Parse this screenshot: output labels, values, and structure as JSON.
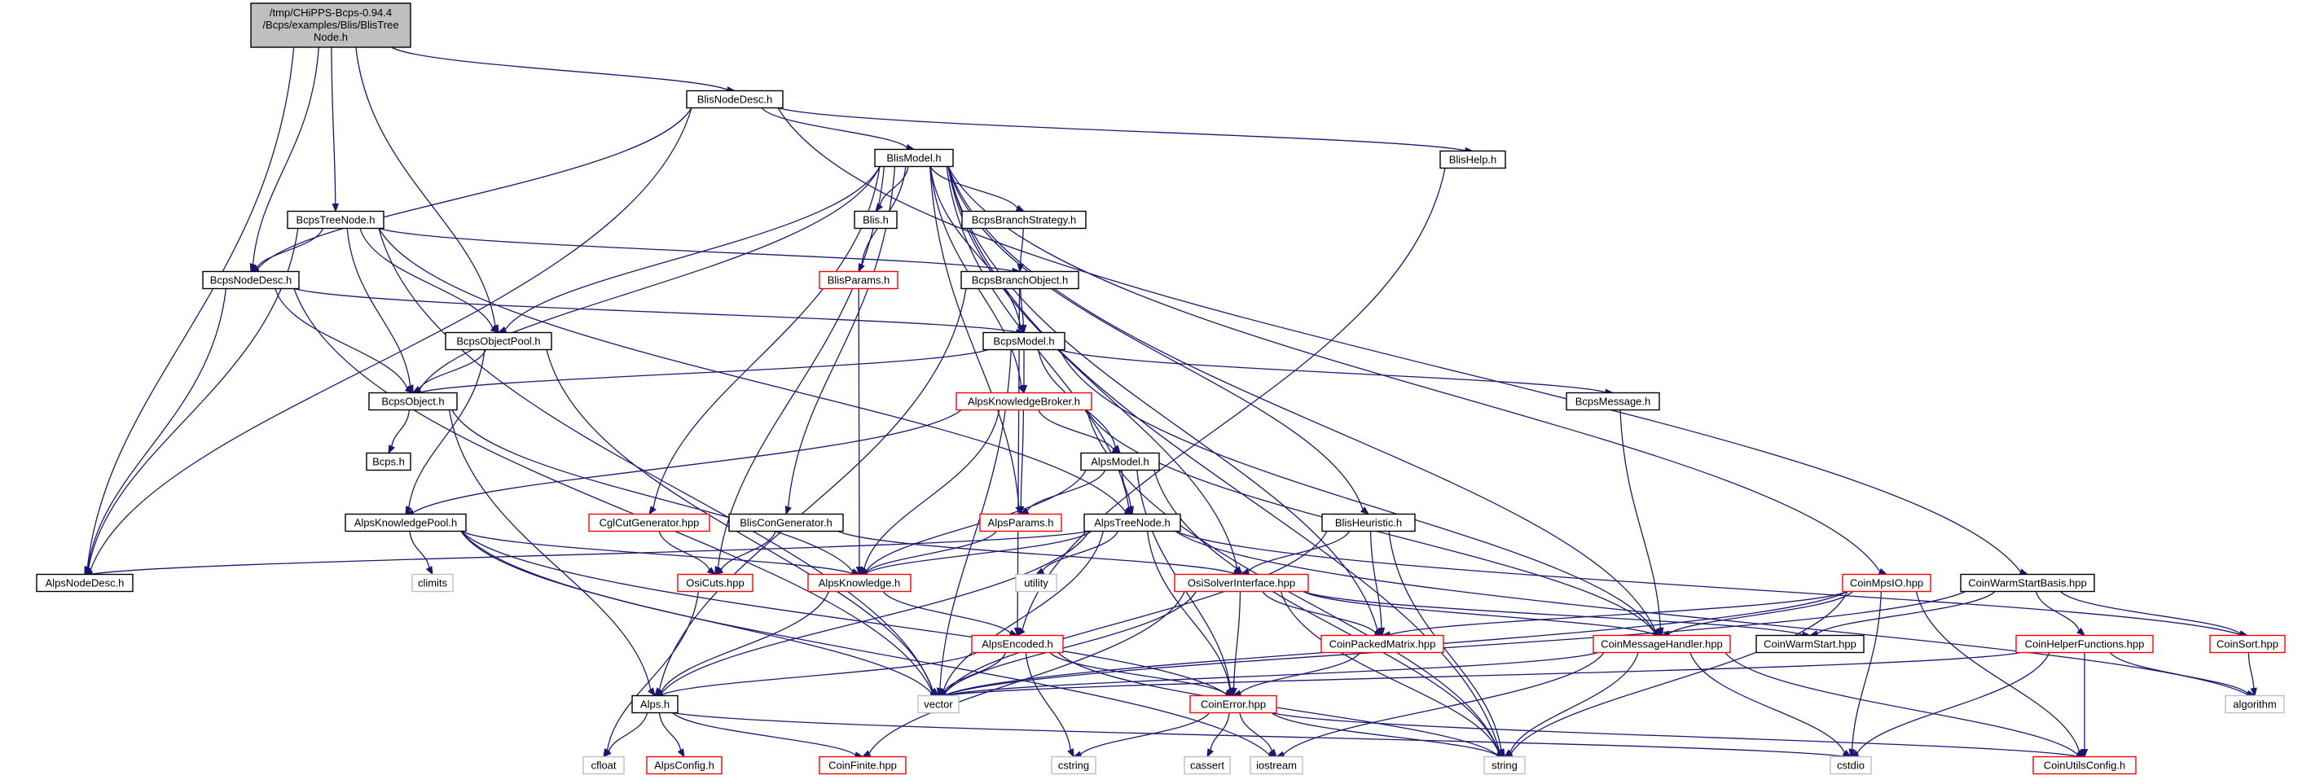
{
  "graph": {
    "root": {
      "lines": [
        "/tmp/CHiPPS-Bcps-0.94.4",
        "/Bcps/examples/Blis/BlisTree",
        "Node.h"
      ]
    },
    "nodes": [
      {
        "id": "BlisNodeDesc.h",
        "label": "BlisNodeDesc.h",
        "style": "black"
      },
      {
        "id": "BlisModel.h",
        "label": "BlisModel.h",
        "style": "black"
      },
      {
        "id": "BlisHelp.h",
        "label": "BlisHelp.h",
        "style": "black"
      },
      {
        "id": "BcpsTreeNode.h",
        "label": "BcpsTreeNode.h",
        "style": "black"
      },
      {
        "id": "Blis.h",
        "label": "Blis.h",
        "style": "black"
      },
      {
        "id": "BcpsBranchStrategy.h",
        "label": "BcpsBranchStrategy.h",
        "style": "black"
      },
      {
        "id": "BcpsNodeDesc.h",
        "label": "BcpsNodeDesc.h",
        "style": "black"
      },
      {
        "id": "BlisParams.h",
        "label": "BlisParams.h",
        "style": "red"
      },
      {
        "id": "BcpsBranchObject.h",
        "label": "BcpsBranchObject.h",
        "style": "black"
      },
      {
        "id": "BcpsObjectPool.h",
        "label": "BcpsObjectPool.h",
        "style": "black"
      },
      {
        "id": "BcpsModel.h",
        "label": "BcpsModel.h",
        "style": "black"
      },
      {
        "id": "BcpsObject.h",
        "label": "BcpsObject.h",
        "style": "black"
      },
      {
        "id": "AlpsKnowledgeBroker.h",
        "label": "AlpsKnowledgeBroker.h",
        "style": "red"
      },
      {
        "id": "BcpsMessage.h",
        "label": "BcpsMessage.h",
        "style": "black"
      },
      {
        "id": "Bcps.h",
        "label": "Bcps.h",
        "style": "black"
      },
      {
        "id": "AlpsModel.h",
        "label": "AlpsModel.h",
        "style": "black"
      },
      {
        "id": "AlpsKnowledgePool.h",
        "label": "AlpsKnowledgePool.h",
        "style": "black"
      },
      {
        "id": "CglCutGenerator.hpp",
        "label": "CglCutGenerator.hpp",
        "style": "red"
      },
      {
        "id": "BlisConGenerator.h",
        "label": "BlisConGenerator.h",
        "style": "black"
      },
      {
        "id": "AlpsParams.h",
        "label": "AlpsParams.h",
        "style": "red"
      },
      {
        "id": "AlpsTreeNode.h",
        "label": "AlpsTreeNode.h",
        "style": "black"
      },
      {
        "id": "BlisHeuristic.h",
        "label": "BlisHeuristic.h",
        "style": "black"
      },
      {
        "id": "AlpsNodeDesc.h",
        "label": "AlpsNodeDesc.h",
        "style": "black"
      },
      {
        "id": "climits",
        "label": "climits",
        "style": "gray"
      },
      {
        "id": "OsiCuts.hpp",
        "label": "OsiCuts.hpp",
        "style": "red"
      },
      {
        "id": "AlpsKnowledge.h",
        "label": "AlpsKnowledge.h",
        "style": "red"
      },
      {
        "id": "utility",
        "label": "utility",
        "style": "gray"
      },
      {
        "id": "OsiSolverInterface.hpp",
        "label": "OsiSolverInterface.hpp",
        "style": "red"
      },
      {
        "id": "CoinMpsIO.hpp",
        "label": "CoinMpsIO.hpp",
        "style": "red"
      },
      {
        "id": "CoinWarmStartBasis.hpp",
        "label": "CoinWarmStartBasis.hpp",
        "style": "black"
      },
      {
        "id": "AlpsEncoded.h",
        "label": "AlpsEncoded.h",
        "style": "red"
      },
      {
        "id": "CoinPackedMatrix.hpp",
        "label": "CoinPackedMatrix.hpp",
        "style": "red"
      },
      {
        "id": "CoinMessageHandler.hpp",
        "label": "CoinMessageHandler.hpp",
        "style": "red"
      },
      {
        "id": "CoinWarmStart.hpp",
        "label": "CoinWarmStart.hpp",
        "style": "black"
      },
      {
        "id": "CoinHelperFunctions.hpp",
        "label": "CoinHelperFunctions.hpp",
        "style": "red"
      },
      {
        "id": "CoinSort.hpp",
        "label": "CoinSort.hpp",
        "style": "red"
      },
      {
        "id": "Alps.h",
        "label": "Alps.h",
        "style": "black"
      },
      {
        "id": "vector",
        "label": "vector",
        "style": "gray"
      },
      {
        "id": "CoinError.hpp",
        "label": "CoinError.hpp",
        "style": "red"
      },
      {
        "id": "algorithm",
        "label": "algorithm",
        "style": "gray"
      },
      {
        "id": "cfloat",
        "label": "cfloat",
        "style": "gray"
      },
      {
        "id": "AlpsConfig.h",
        "label": "AlpsConfig.h",
        "style": "red"
      },
      {
        "id": "CoinFinite.hpp",
        "label": "CoinFinite.hpp",
        "style": "red"
      },
      {
        "id": "cstring",
        "label": "cstring",
        "style": "gray"
      },
      {
        "id": "cassert",
        "label": "cassert",
        "style": "gray"
      },
      {
        "id": "iostream",
        "label": "iostream",
        "style": "gray"
      },
      {
        "id": "string",
        "label": "string",
        "style": "gray"
      },
      {
        "id": "cstdio",
        "label": "cstdio",
        "style": "gray"
      },
      {
        "id": "CoinUtilsConfig.h",
        "label": "CoinUtilsConfig.h",
        "style": "red"
      }
    ],
    "edges": [
      [
        "ROOT",
        "BlisNodeDesc.h"
      ],
      [
        "ROOT",
        "BcpsTreeNode.h"
      ],
      [
        "ROOT",
        "BcpsNodeDesc.h"
      ],
      [
        "ROOT",
        "BcpsObjectPool.h"
      ],
      [
        "ROOT",
        "AlpsNodeDesc.h"
      ],
      [
        "BlisNodeDesc.h",
        "BlisModel.h"
      ],
      [
        "BlisNodeDesc.h",
        "BlisHelp.h"
      ],
      [
        "BlisNodeDesc.h",
        "BcpsNodeDesc.h"
      ],
      [
        "BlisNodeDesc.h",
        "AlpsNodeDesc.h"
      ],
      [
        "BlisNodeDesc.h",
        "CoinWarmStartBasis.hpp"
      ],
      [
        "BlisModel.h",
        "Blis.h"
      ],
      [
        "BlisModel.h",
        "BcpsBranchStrategy.h"
      ],
      [
        "BlisModel.h",
        "BlisParams.h"
      ],
      [
        "BlisModel.h",
        "BcpsModel.h"
      ],
      [
        "BlisModel.h",
        "BcpsObjectPool.h"
      ],
      [
        "BlisModel.h",
        "BcpsObject.h"
      ],
      [
        "BlisModel.h",
        "AlpsKnowledgeBroker.h"
      ],
      [
        "BlisModel.h",
        "AlpsParams.h"
      ],
      [
        "BlisModel.h",
        "AlpsTreeNode.h"
      ],
      [
        "BlisModel.h",
        "CglCutGenerator.hpp"
      ],
      [
        "BlisModel.h",
        "BlisConGenerator.h"
      ],
      [
        "BlisModel.h",
        "BlisHeuristic.h"
      ],
      [
        "BlisModel.h",
        "OsiCuts.hpp"
      ],
      [
        "BlisModel.h",
        "OsiSolverInterface.hpp"
      ],
      [
        "BlisModel.h",
        "CoinMpsIO.hpp"
      ],
      [
        "BlisModel.h",
        "CoinMessageHandler.hpp"
      ],
      [
        "BlisModel.h",
        "CoinPackedMatrix.hpp"
      ],
      [
        "BlisModel.h",
        "string"
      ],
      [
        "BlisHelp.h",
        "AlpsEncoded.h"
      ],
      [
        "BcpsTreeNode.h",
        "BcpsNodeDesc.h"
      ],
      [
        "BcpsTreeNode.h",
        "BcpsObjectPool.h"
      ],
      [
        "BcpsTreeNode.h",
        "BcpsObject.h"
      ],
      [
        "BcpsTreeNode.h",
        "BcpsBranchObject.h"
      ],
      [
        "BcpsTreeNode.h",
        "AlpsTreeNode.h"
      ],
      [
        "BcpsTreeNode.h",
        "AlpsNodeDesc.h"
      ],
      [
        "BcpsTreeNode.h",
        "vector"
      ],
      [
        "BcpsBranchStrategy.h",
        "BcpsBranchObject.h"
      ],
      [
        "BcpsNodeDesc.h",
        "BcpsModel.h"
      ],
      [
        "BcpsNodeDesc.h",
        "BcpsObject.h"
      ],
      [
        "BcpsNodeDesc.h",
        "AlpsNodeDesc.h"
      ],
      [
        "BcpsNodeDesc.h",
        "vector"
      ],
      [
        "BlisParams.h",
        "AlpsKnowledge.h"
      ],
      [
        "BcpsBranchObject.h",
        "BcpsModel.h"
      ],
      [
        "BcpsBranchObject.h",
        "AlpsEncoded.h"
      ],
      [
        "BcpsBranchObject.h",
        "Alps.h"
      ],
      [
        "BcpsObjectPool.h",
        "BcpsObject.h"
      ],
      [
        "BcpsObjectPool.h",
        "AlpsKnowledgePool.h"
      ],
      [
        "BcpsObjectPool.h",
        "vector"
      ],
      [
        "BcpsModel.h",
        "BcpsObject.h"
      ],
      [
        "BcpsModel.h",
        "AlpsKnowledgeBroker.h"
      ],
      [
        "BcpsModel.h",
        "AlpsModel.h"
      ],
      [
        "BcpsModel.h",
        "BcpsMessage.h"
      ],
      [
        "BcpsModel.h",
        "CoinMessageHandler.hpp"
      ],
      [
        "BcpsModel.h",
        "vector"
      ],
      [
        "BcpsObject.h",
        "Bcps.h"
      ],
      [
        "BcpsObject.h",
        "AlpsKnowledge.h"
      ],
      [
        "BcpsObject.h",
        "Alps.h"
      ],
      [
        "AlpsKnowledgeBroker.h",
        "AlpsModel.h"
      ],
      [
        "AlpsKnowledgeBroker.h",
        "AlpsParams.h"
      ],
      [
        "AlpsKnowledgeBroker.h",
        "AlpsKnowledge.h"
      ],
      [
        "AlpsKnowledgeBroker.h",
        "AlpsKnowledgePool.h"
      ],
      [
        "AlpsKnowledgeBroker.h",
        "CoinMessageHandler.hpp"
      ],
      [
        "AlpsKnowledgeBroker.h",
        "string"
      ],
      [
        "BcpsMessage.h",
        "CoinMessageHandler.hpp"
      ],
      [
        "AlpsModel.h",
        "AlpsParams.h"
      ],
      [
        "AlpsModel.h",
        "AlpsTreeNode.h"
      ],
      [
        "AlpsModel.h",
        "AlpsKnowledge.h"
      ],
      [
        "AlpsModel.h",
        "CoinError.hpp"
      ],
      [
        "AlpsModel.h",
        "string"
      ],
      [
        "AlpsKnowledgePool.h",
        "climits"
      ],
      [
        "AlpsKnowledgePool.h",
        "AlpsKnowledge.h"
      ],
      [
        "AlpsKnowledgePool.h",
        "vector"
      ],
      [
        "AlpsKnowledgePool.h",
        "CoinError.hpp"
      ],
      [
        "AlpsKnowledgePool.h",
        "iostream"
      ],
      [
        "CglCutGenerator.hpp",
        "OsiCuts.hpp"
      ],
      [
        "BlisConGenerator.h",
        "OsiCuts.hpp"
      ],
      [
        "BlisConGenerator.h",
        "OsiSolverInterface.hpp"
      ],
      [
        "AlpsParams.h",
        "AlpsKnowledge.h"
      ],
      [
        "AlpsTreeNode.h",
        "AlpsKnowledge.h"
      ],
      [
        "AlpsTreeNode.h",
        "AlpsNodeDesc.h"
      ],
      [
        "AlpsTreeNode.h",
        "utility"
      ],
      [
        "AlpsTreeNode.h",
        "vector"
      ],
      [
        "AlpsTreeNode.h",
        "Alps.h"
      ],
      [
        "AlpsTreeNode.h",
        "CoinError.hpp"
      ],
      [
        "AlpsTreeNode.h",
        "CoinSort.hpp"
      ],
      [
        "AlpsTreeNode.h",
        "algorithm"
      ],
      [
        "BlisHeuristic.h",
        "OsiSolverInterface.hpp"
      ],
      [
        "BlisHeuristic.h",
        "CoinPackedMatrix.hpp"
      ],
      [
        "BlisHeuristic.h",
        "vector"
      ],
      [
        "BlisHeuristic.h",
        "string"
      ],
      [
        "OsiCuts.hpp",
        "cfloat"
      ],
      [
        "AlpsKnowledge.h",
        "AlpsEncoded.h"
      ],
      [
        "AlpsKnowledge.h",
        "Alps.h"
      ],
      [
        "OsiSolverInterface.hpp",
        "CoinPackedMatrix.hpp"
      ],
      [
        "OsiSolverInterface.hpp",
        "CoinMessageHandler.hpp"
      ],
      [
        "OsiSolverInterface.hpp",
        "CoinWarmStart.hpp"
      ],
      [
        "OsiSolverInterface.hpp",
        "CoinFinite.hpp"
      ],
      [
        "OsiSolverInterface.hpp",
        "vector"
      ],
      [
        "OsiSolverInterface.hpp",
        "CoinError.hpp"
      ],
      [
        "OsiSolverInterface.hpp",
        "string"
      ],
      [
        "CoinMpsIO.hpp",
        "CoinPackedMatrix.hpp"
      ],
      [
        "CoinMpsIO.hpp",
        "CoinMessageHandler.hpp"
      ],
      [
        "CoinMpsIO.hpp",
        "cstdio"
      ],
      [
        "CoinMpsIO.hpp",
        "vector"
      ],
      [
        "CoinMpsIO.hpp",
        "string"
      ],
      [
        "CoinMpsIO.hpp",
        "CoinUtilsConfig.h"
      ],
      [
        "CoinWarmStartBasis.hpp",
        "CoinWarmStart.hpp"
      ],
      [
        "CoinWarmStartBasis.hpp",
        "CoinHelperFunctions.hpp"
      ],
      [
        "CoinWarmStartBasis.hpp",
        "CoinSort.hpp"
      ],
      [
        "CoinWarmStartBasis.hpp",
        "vector"
      ],
      [
        "AlpsEncoded.h",
        "Alps.h"
      ],
      [
        "AlpsEncoded.h",
        "vector"
      ],
      [
        "AlpsEncoded.h",
        "CoinError.hpp"
      ],
      [
        "AlpsEncoded.h",
        "cstring"
      ],
      [
        "AlpsEncoded.h",
        "string"
      ],
      [
        "CoinPackedMatrix.hpp",
        "CoinError.hpp"
      ],
      [
        "CoinMessageHandler.hpp",
        "vector"
      ],
      [
        "CoinMessageHandler.hpp",
        "iostream"
      ],
      [
        "CoinMessageHandler.hpp",
        "string"
      ],
      [
        "CoinMessageHandler.hpp",
        "cstdio"
      ],
      [
        "CoinMessageHandler.hpp",
        "CoinUtilsConfig.h"
      ],
      [
        "CoinHelperFunctions.hpp",
        "algorithm"
      ],
      [
        "CoinHelperFunctions.hpp",
        "cstdio"
      ],
      [
        "CoinHelperFunctions.hpp",
        "vector"
      ],
      [
        "CoinHelperFunctions.hpp",
        "CoinUtilsConfig.h"
      ],
      [
        "CoinSort.hpp",
        "algorithm"
      ],
      [
        "Alps.h",
        "cfloat"
      ],
      [
        "Alps.h",
        "AlpsConfig.h"
      ],
      [
        "Alps.h",
        "CoinFinite.hpp"
      ],
      [
        "Alps.h",
        "cstdio"
      ],
      [
        "CoinError.hpp",
        "cstring"
      ],
      [
        "CoinError.hpp",
        "cassert"
      ],
      [
        "CoinError.hpp",
        "iostream"
      ],
      [
        "CoinError.hpp",
        "string"
      ],
      [
        "CoinError.hpp",
        "CoinUtilsConfig.h"
      ]
    ]
  }
}
